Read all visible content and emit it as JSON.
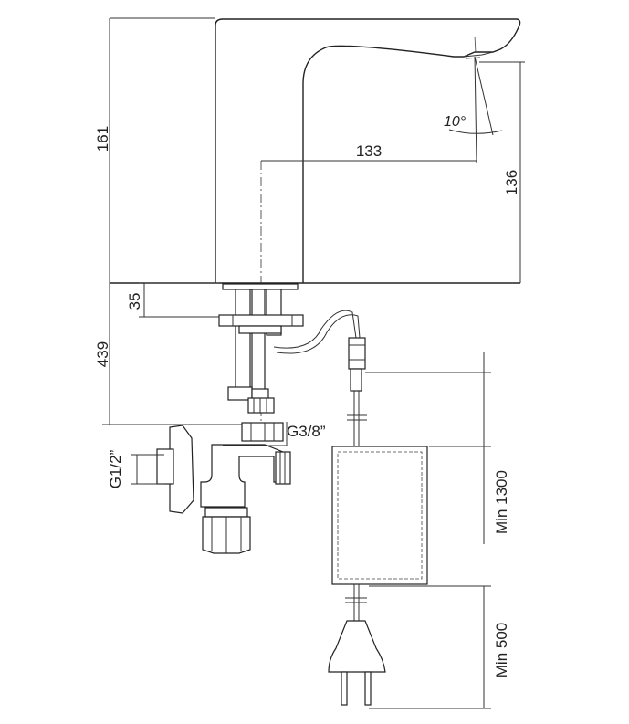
{
  "drawing": {
    "type": "technical-drawing",
    "subject": "faucet-installation-dimensions",
    "line_color": "#222222",
    "background": "#ffffff"
  },
  "dimensions": {
    "height_total": "161",
    "spout_reach": "133",
    "spout_height": "136",
    "spout_angle": "10°",
    "flange_thickness": "35",
    "mounting_depth": "439",
    "outlet_thread": "G3/8”",
    "inlet_thread": "G1/2”",
    "cable_min_upper": "Min 1300",
    "cable_min_lower": "Min 500"
  }
}
